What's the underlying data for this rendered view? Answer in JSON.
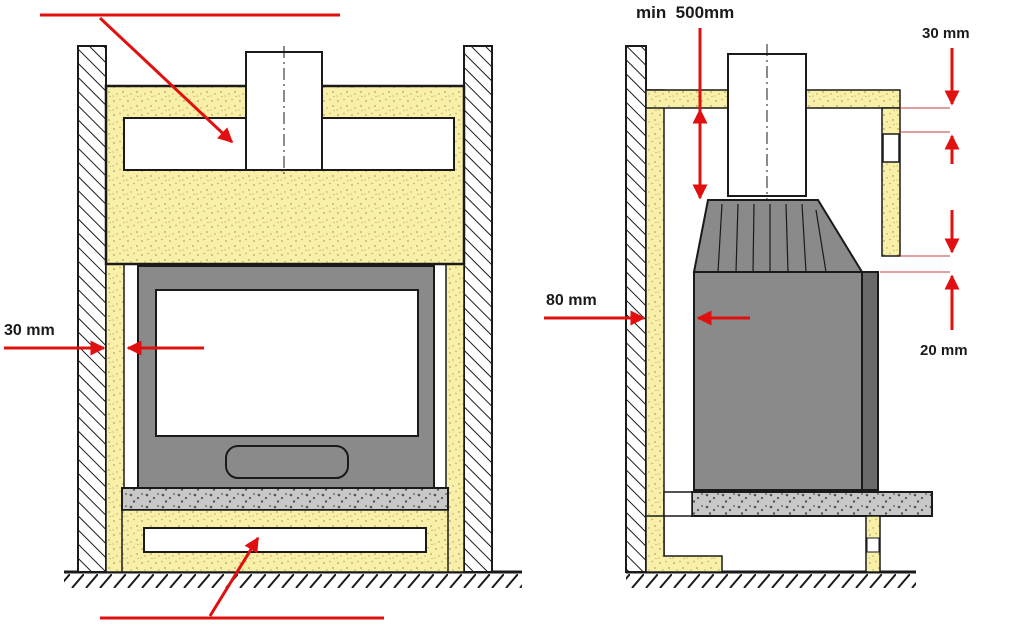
{
  "labels": {
    "min_clearance": "min  500mm",
    "top_gap": "30 mm",
    "bottom_gap": "20 mm",
    "side_gap_front": "30 mm",
    "side_gap_side": "80 mm"
  },
  "colors": {
    "insulation": "#f8f0a8",
    "insulation_speckle": "#c8b070",
    "firebox": "#8a8a8a",
    "firebox_dark": "#5a5a5a",
    "concrete": "#c8c8c8",
    "arrow": "#e01010",
    "outline": "#1a1a1a"
  }
}
